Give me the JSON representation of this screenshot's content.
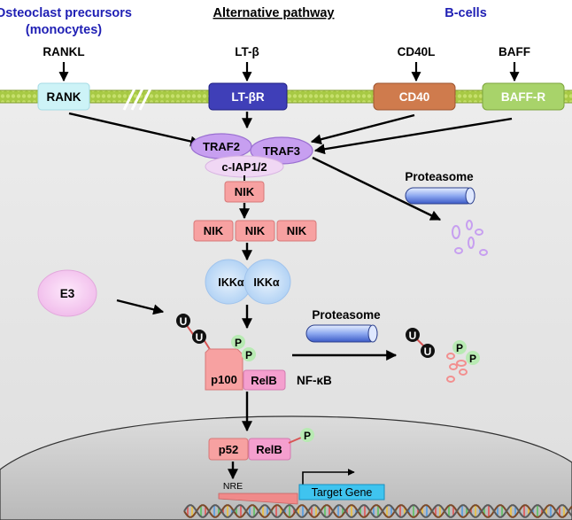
{
  "headers": {
    "osteoclast": "Osteoclast precursors",
    "monocytes": "(monocytes)",
    "alternative": "Alternative pathway",
    "bcells": "B-cells"
  },
  "ligands": {
    "rankl": "RANKL",
    "ltb": "LT-β",
    "cd40l": "CD40L",
    "baff": "BAFF"
  },
  "receptors": {
    "rank": "RANK",
    "ltbr": "LT-βR",
    "cd40": "CD40",
    "baffr": "BAFF-R"
  },
  "complex": {
    "traf2": "TRAF2",
    "traf3": "TRAF3",
    "ciap": "c-IAP1/2"
  },
  "nik": {
    "single": "NIK",
    "trimer": [
      "NIK",
      "NIK",
      "NIK"
    ]
  },
  "ikk": {
    "a": "IKKα",
    "b": "IKKα"
  },
  "proteasome": {
    "upper": "Proteasome",
    "lower": "Proteasome"
  },
  "e3": "E3",
  "ub": "U",
  "phos": "P",
  "p100": "p100",
  "relb": "RelB",
  "nfkb": "NF-κB",
  "nucleus": {
    "p52": "p52",
    "relb": "RelB",
    "phos": "P",
    "nre": "NRE",
    "target_gene": "Target Gene"
  },
  "colors": {
    "membrane": "#a7c944",
    "rank": "#cdf3f7",
    "ltbr": "#3f3fb8",
    "cd40": "#cf7b4d",
    "baffr": "#a8d36a",
    "traf": "#c79ff0",
    "nik": "#f7a1a1",
    "ikk": "#b7d7f7",
    "e3": "#f6c8f0",
    "header_blue": "#1f1fb4",
    "target_gene": "#3fc4ef"
  }
}
